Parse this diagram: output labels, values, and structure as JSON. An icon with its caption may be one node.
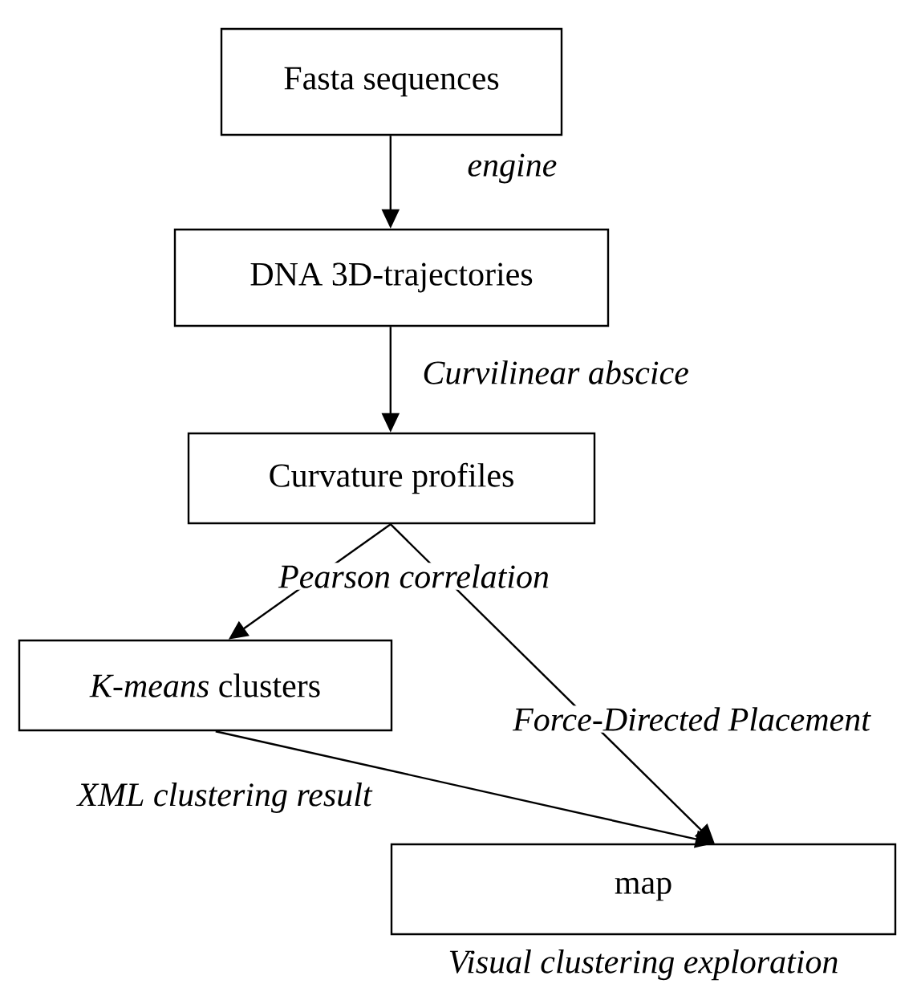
{
  "diagram": {
    "nodes": [
      {
        "text": [
          "Fasta sequences"
        ]
      },
      {
        "text": [
          "DNA 3D-trajectories"
        ]
      },
      {
        "text": [
          "Curvature profiles"
        ]
      },
      {
        "text": [
          "*K-means* clusters"
        ]
      },
      {
        "text": [
          "map"
        ],
        "beside": [
          "Visual clustering exploration"
        ]
      }
    ],
    "edges": [
      {
        "from": 0,
        "to": 1,
        "arrow": "to",
        "label": "engine"
      },
      {
        "from": 1,
        "to": 2,
        "arrow": "to",
        "label": "Curvilinear abscice"
      },
      {
        "from": 2,
        "to": 3,
        "arrow": "to",
        "label": "Pearson correlation"
      },
      {
        "from": 2,
        "to": 4,
        "arrow": "to",
        "label": "Force-Directed Placement"
      },
      {
        "from": 3,
        "to": 4,
        "arrow": "to",
        "label": "XML clustering result"
      }
    ]
  }
}
